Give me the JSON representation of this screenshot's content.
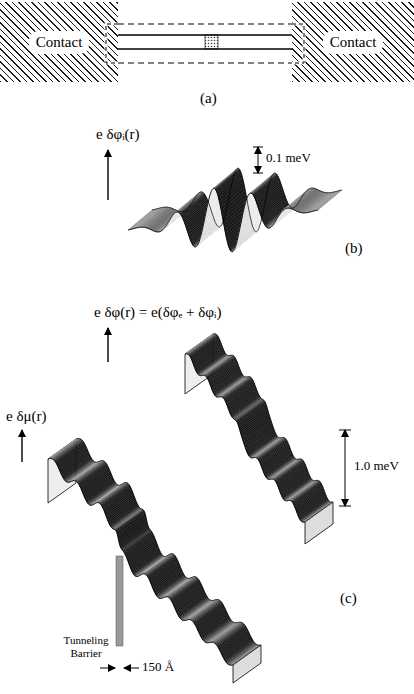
{
  "diagram": {
    "nodes": [
      {
        "text": [
          "Contact"
        ]
      },
      {
        "text": [
          "Contact"
        ]
      }
    ],
    "edges": [
      {
        "from": 0,
        "to": 1,
        "arrow": "none"
      }
    ],
    "labels": [
      "(a)",
      "e δφᵢ(r)",
      "0.1 meV",
      "(b)",
      "e δφ(r) = e(δφₑ + δφᵢ)",
      "e δμ(r)",
      "1.0 meV",
      "Tunneling Barrier",
      "150 Å",
      "(c)"
    ]
  }
}
